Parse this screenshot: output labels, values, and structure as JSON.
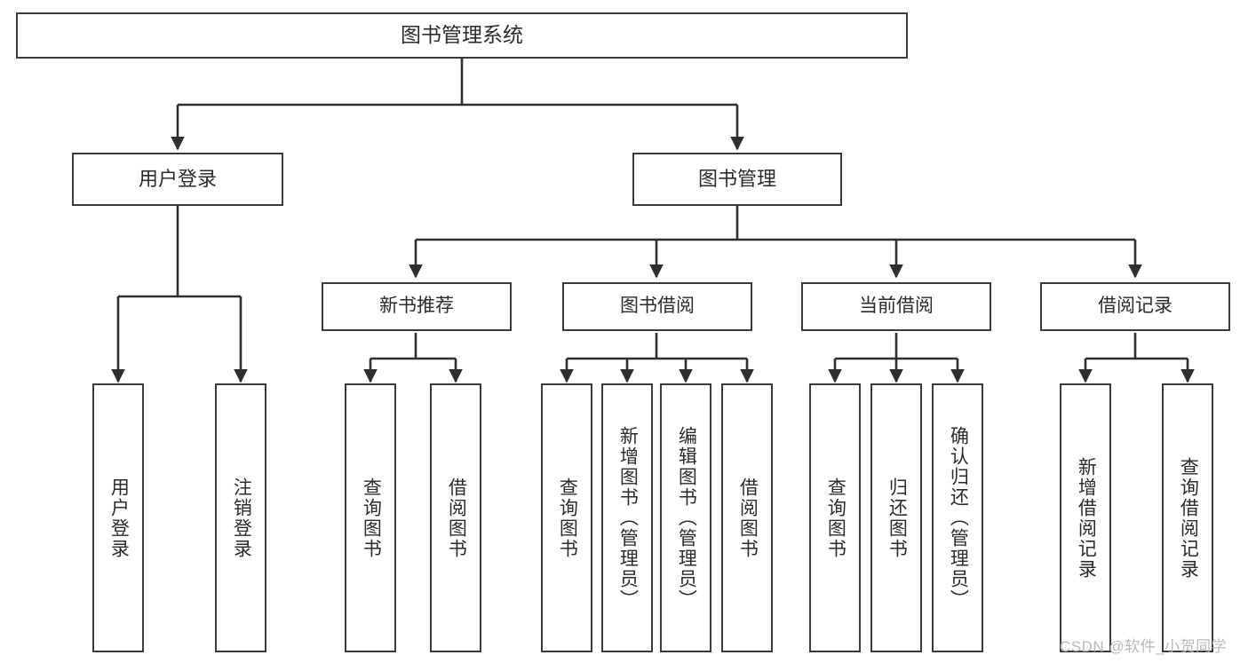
{
  "diagram": {
    "title": "图书管理系统",
    "type": "hierarchy-tree",
    "levels": 4,
    "colors": {
      "box_border": "#3a3a3a",
      "box_fill": "#ffffff",
      "edge": "#2f2f2f",
      "text": "#2b2b2b",
      "watermark": "#b9b9b9"
    }
  },
  "root": {
    "label": "图书管理系统"
  },
  "level2": [
    {
      "label": "用户登录"
    },
    {
      "label": "图书管理"
    }
  ],
  "level3": [
    {
      "label": "新书推荐"
    },
    {
      "label": "图书借阅"
    },
    {
      "label": "当前借阅"
    },
    {
      "label": "借阅记录"
    }
  ],
  "leaves": {
    "user_login": [
      {
        "label": "用户登录"
      },
      {
        "label": "注销登录"
      }
    ],
    "new_book_recommend": [
      {
        "label": "查询图书"
      },
      {
        "label": "借阅图书"
      }
    ],
    "book_borrow": [
      {
        "label": "查询图书"
      },
      {
        "label": "新增图书（管理员）"
      },
      {
        "label": "编辑图书（管理员）"
      },
      {
        "label": "借阅图书"
      }
    ],
    "current_borrow": [
      {
        "label": "查询图书"
      },
      {
        "label": "归还图书"
      },
      {
        "label": "确认归还（管理员）"
      }
    ],
    "borrow_record": [
      {
        "label": "新增借阅记录"
      },
      {
        "label": "查询借阅记录"
      }
    ]
  },
  "watermark": {
    "text": "CSDN @软件_小贺同学"
  }
}
